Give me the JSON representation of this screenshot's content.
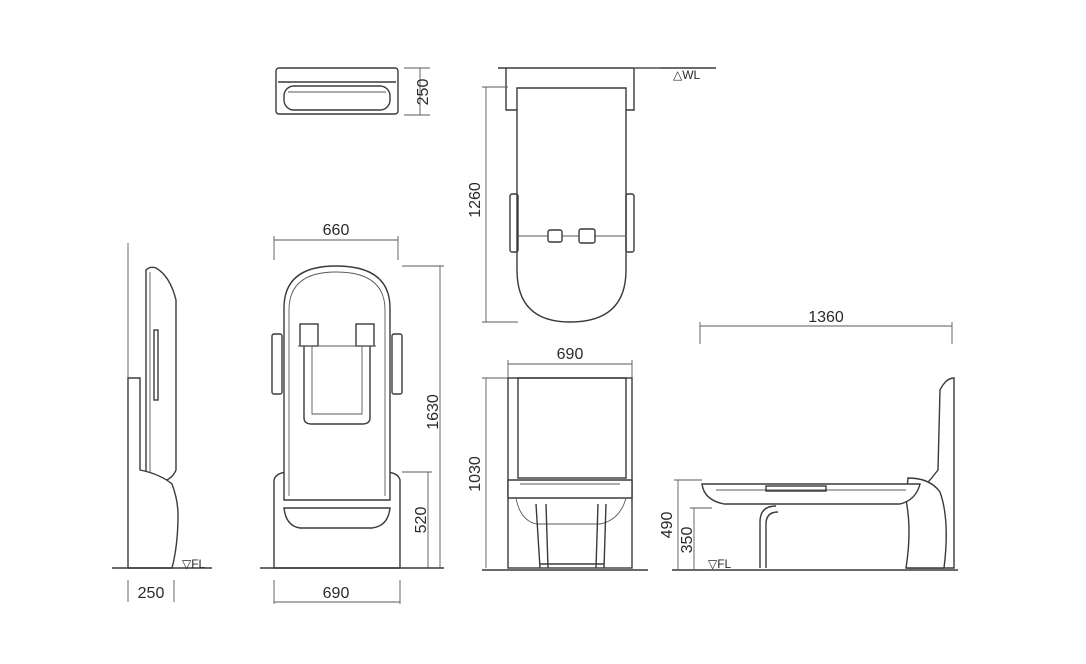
{
  "dimensions": {
    "top_depth": "250",
    "wall_height": "1260",
    "front_width": "660",
    "front_height": "1630",
    "front_base_height": "520",
    "front_base_width": "690",
    "side_depth": "250",
    "folded_width": "690",
    "folded_height": "1030",
    "open_length": "1360",
    "seat_height": "490",
    "pedestal_height": "350"
  },
  "levels": {
    "wall_level": "△WL",
    "floor_level_side": "▽FL",
    "floor_level_open": "▽FL"
  },
  "colors": {
    "line": "#3a3a3a",
    "text": "#2a2a2a",
    "background": "#ffffff"
  }
}
